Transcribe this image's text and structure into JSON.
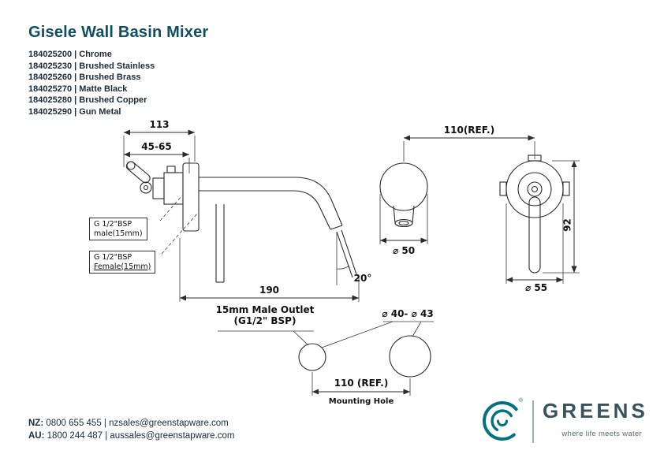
{
  "colors": {
    "title": "#0f4f63",
    "brand_teal": "#00737f",
    "brand_text": "#3a525c",
    "line": "#2b2b2b"
  },
  "header": {
    "title": "Gisele Wall Basin Mixer"
  },
  "products": [
    "184025200 | Chrome",
    "184025230 | Brushed Stainless",
    "184025260 | Brushed Brass",
    "184025270 | Matte Black",
    "184025280 | Brushed Copper",
    "184025290 | Gun Metal"
  ],
  "drawing": {
    "dim_depth_total": "113",
    "dim_depth_range": "45-65",
    "dim_reach": "190",
    "dim_angle": "20°",
    "dim_ref_top": "110(REF.)",
    "dim_spout_dia": "⌀ 50",
    "dim_height": "92",
    "dim_body_dia": "⌀ 55",
    "label_male_1": "G 1/2\"BSP",
    "label_male_2": "male(15mm)",
    "label_female_1": "G 1/2\"BSP",
    "label_female_2": "Female(15mm)",
    "label_outlet_1": "15mm Male Outlet",
    "label_outlet_2": "(G1/2\" BSP)",
    "label_hole_dia": "⌀ 40- ⌀ 43",
    "dim_hole_spacing": "110 (REF.)",
    "label_mounting": "Mounting Hole"
  },
  "contact": {
    "nz_label": "NZ:",
    "nz_text": "0800 655 455 | nzsales@greenstapware.com",
    "au_label": "AU:",
    "au_text": "1800 244 487 | aussales@greenstapware.com"
  },
  "brand": {
    "name": "GREENS",
    "tagline": "where life meets water",
    "registered": "®"
  }
}
